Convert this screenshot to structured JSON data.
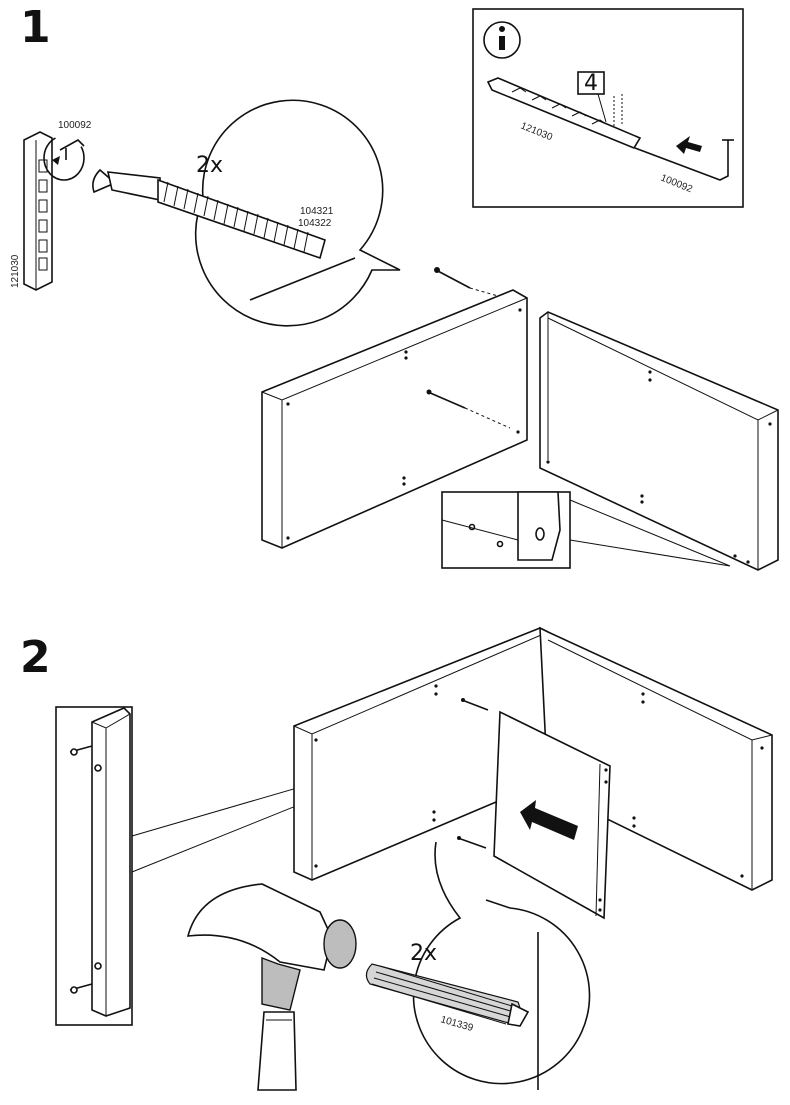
{
  "steps": [
    {
      "number": "1",
      "quantity": "2x",
      "part_codes": {
        "wrench": "100092",
        "tool_bar": "121030",
        "screw_a": "104321",
        "screw_b": "104322"
      },
      "info_box": {
        "icon": "info-icon",
        "setting_label": "4",
        "tool_bar_code": "121030",
        "wrench_code": "100092"
      }
    },
    {
      "number": "2",
      "quantity": "2x",
      "part_codes": {
        "dowel": "101339"
      }
    }
  ]
}
